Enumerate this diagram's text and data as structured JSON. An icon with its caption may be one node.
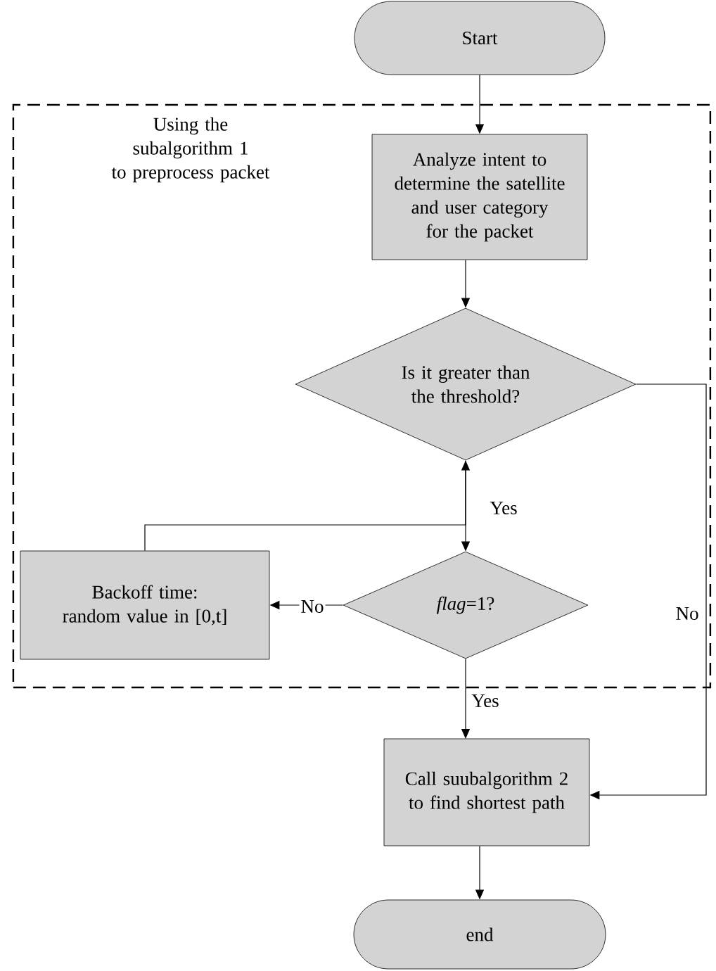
{
  "diagram": {
    "nodes": [
      {
        "text": [
          "Start"
        ]
      },
      {
        "text": [
          "Using the subalgorithm 1 to preprocess packet"
        ]
      },
      {
        "text": [
          "Analyze intent to determine the satellite and user category for the packet"
        ],
        "in": 1
      },
      {
        "text": [
          "Is it greater than the threshold?"
        ],
        "in": 1
      },
      {
        "text": [
          "Backoff time: random value in [0,t]"
        ],
        "in": 1
      },
      {
        "text": [
          "*flag*=1?"
        ],
        "in": 1
      },
      {
        "text": [
          "Call suubalgorithm 2 to find shortest path"
        ]
      },
      {
        "text": [
          "end"
        ]
      }
    ],
    "edges": [
      {
        "from": 0,
        "to": 2,
        "arrow": "to"
      },
      {
        "from": 2,
        "to": 3,
        "arrow": "to"
      },
      {
        "from": 3,
        "to": 5,
        "arrow": "to",
        "label": "Yes"
      },
      {
        "from": 5,
        "to": 4,
        "arrow": "to",
        "label": "No"
      },
      {
        "from": 4,
        "to": 3,
        "arrow": "to"
      },
      {
        "from": 5,
        "to": 6,
        "arrow": "to",
        "label": "Yes"
      },
      {
        "from": 3,
        "to": 6,
        "arrow": "to",
        "label": "No"
      },
      {
        "from": 6,
        "to": 7,
        "arrow": "to"
      }
    ]
  }
}
